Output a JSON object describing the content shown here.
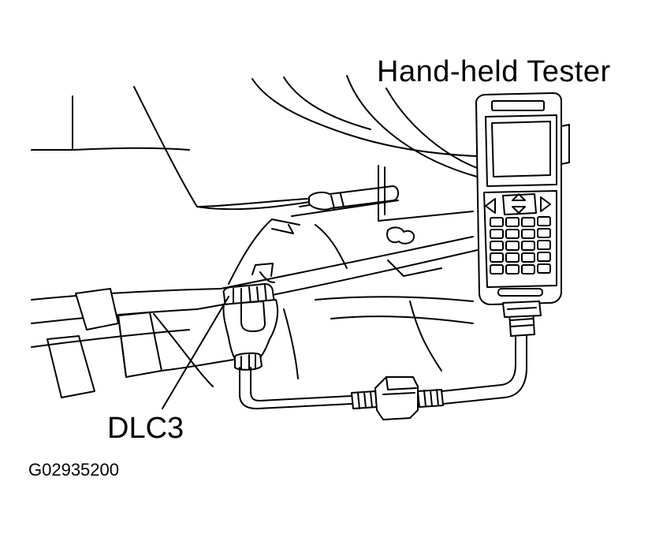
{
  "labels": {
    "tester": "Hand-held Tester",
    "connector": "DLC3",
    "figure_code": "G02935200"
  },
  "colors": {
    "ink": "#000000",
    "paper": "#ffffff"
  }
}
